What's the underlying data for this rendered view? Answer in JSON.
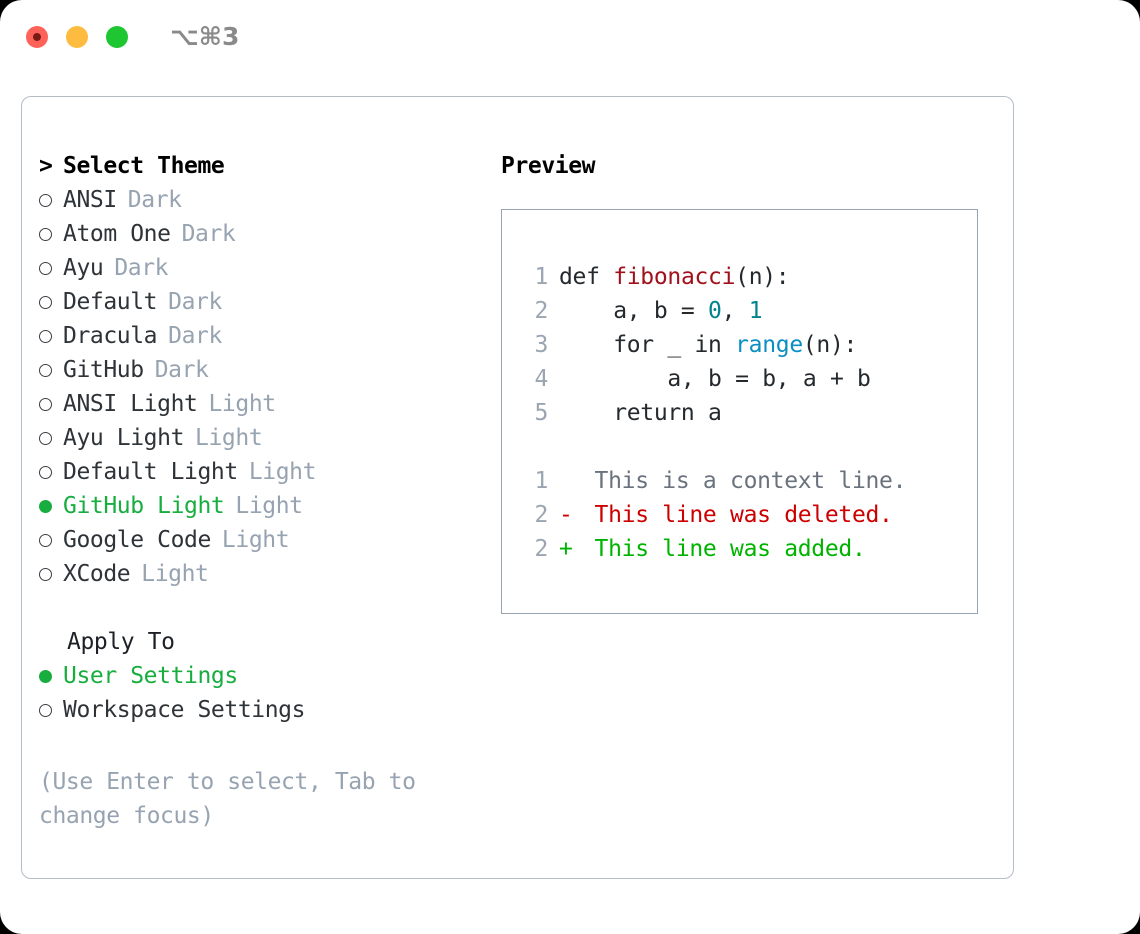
{
  "titlebar": {
    "shortcut": "⌥⌘3",
    "traffic_lights": [
      "close",
      "minimize",
      "zoom"
    ]
  },
  "theme_picker": {
    "header": "Select Theme",
    "prompt": ">",
    "items": [
      {
        "name": "ANSI",
        "tag": "Dark",
        "selected": false
      },
      {
        "name": "Atom One",
        "tag": "Dark",
        "selected": false
      },
      {
        "name": "Ayu",
        "tag": "Dark",
        "selected": false
      },
      {
        "name": "Default",
        "tag": "Dark",
        "selected": false
      },
      {
        "name": "Dracula",
        "tag": "Dark",
        "selected": false
      },
      {
        "name": "GitHub",
        "tag": "Dark",
        "selected": false
      },
      {
        "name": "ANSI Light",
        "tag": "Light",
        "selected": false
      },
      {
        "name": "Ayu Light",
        "tag": "Light",
        "selected": false
      },
      {
        "name": "Default Light",
        "tag": "Light",
        "selected": false
      },
      {
        "name": "GitHub Light",
        "tag": "Light",
        "selected": true
      },
      {
        "name": "Google Code",
        "tag": "Light",
        "selected": false
      },
      {
        "name": "XCode",
        "tag": "Light",
        "selected": false
      }
    ]
  },
  "apply_to": {
    "header": "Apply To",
    "options": [
      {
        "label": "User Settings",
        "selected": true
      },
      {
        "label": "Workspace Settings",
        "selected": false
      }
    ]
  },
  "hint": "(Use Enter to select, Tab to change focus)",
  "preview": {
    "title": "Preview",
    "code_lines": [
      {
        "num": "1",
        "tokens": [
          {
            "t": "def ",
            "k": "plain"
          },
          {
            "t": "fibonacci",
            "k": "fn"
          },
          {
            "t": "(n):",
            "k": "plain"
          }
        ]
      },
      {
        "num": "2",
        "tokens": [
          {
            "t": "    a, b = ",
            "k": "plain"
          },
          {
            "t": "0",
            "k": "num"
          },
          {
            "t": ", ",
            "k": "plain"
          },
          {
            "t": "1",
            "k": "num"
          }
        ]
      },
      {
        "num": "3",
        "tokens": [
          {
            "t": "    for _ in ",
            "k": "plain"
          },
          {
            "t": "range",
            "k": "call"
          },
          {
            "t": "(n):",
            "k": "plain"
          }
        ]
      },
      {
        "num": "4",
        "tokens": [
          {
            "t": "        a, b = b, a + b",
            "k": "plain"
          }
        ]
      },
      {
        "num": "5",
        "tokens": [
          {
            "t": "    return a",
            "k": "plain"
          }
        ]
      }
    ],
    "diff_lines": [
      {
        "num": "1",
        "marker": " ",
        "text": " This is a context line.",
        "kind": "context"
      },
      {
        "num": "2",
        "marker": "-",
        "text": " This line was deleted.",
        "kind": "deleted"
      },
      {
        "num": "2",
        "marker": "+",
        "text": " This line was added.",
        "kind": "added"
      }
    ]
  },
  "colors": {
    "selected_green": "#18ad3f",
    "muted_gray": "#97a3b1",
    "border": "#b4bdc8",
    "code_border": "#97a3b1",
    "fn_red": "#a0111c",
    "num_teal": "#00838f",
    "call_blue": "#0b8ec4",
    "diff_add": "#00b300",
    "diff_del": "#cc0000",
    "diff_ctx": "#6a737d"
  }
}
